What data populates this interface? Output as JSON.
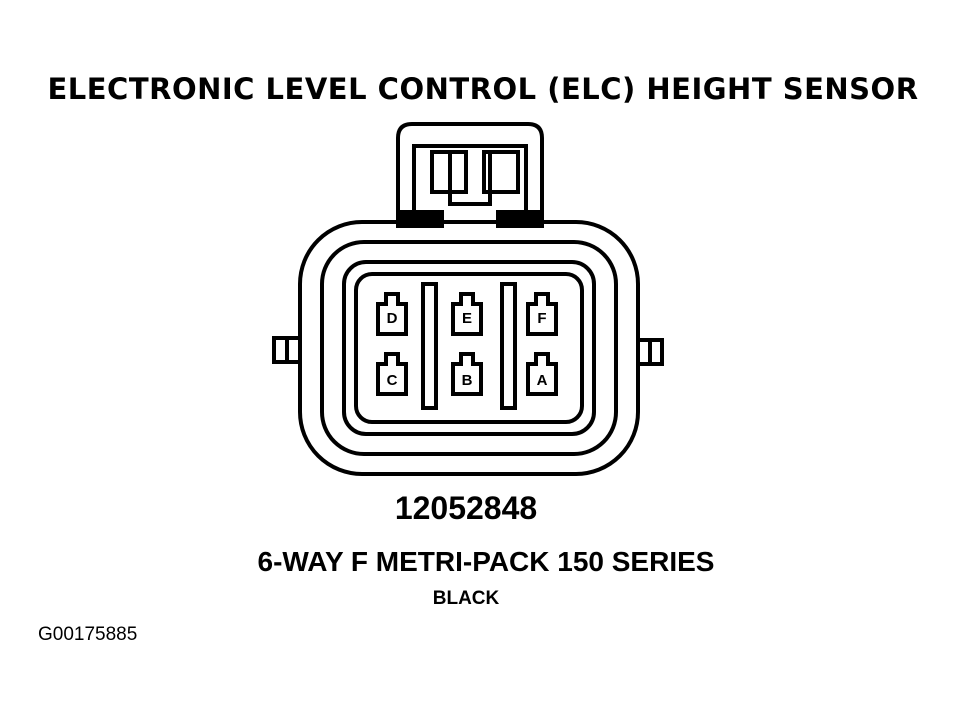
{
  "title": "ELECTRONIC LEVEL CONTROL (ELC) HEIGHT SENSOR",
  "connector": {
    "part_number": "12052848",
    "series": "6-WAY F METRI-PACK 150 SERIES",
    "color": "BLACK",
    "pins": {
      "top": [
        "D",
        "E",
        "F"
      ],
      "bottom": [
        "C",
        "B",
        "A"
      ]
    }
  },
  "figure_id": "G00175885"
}
